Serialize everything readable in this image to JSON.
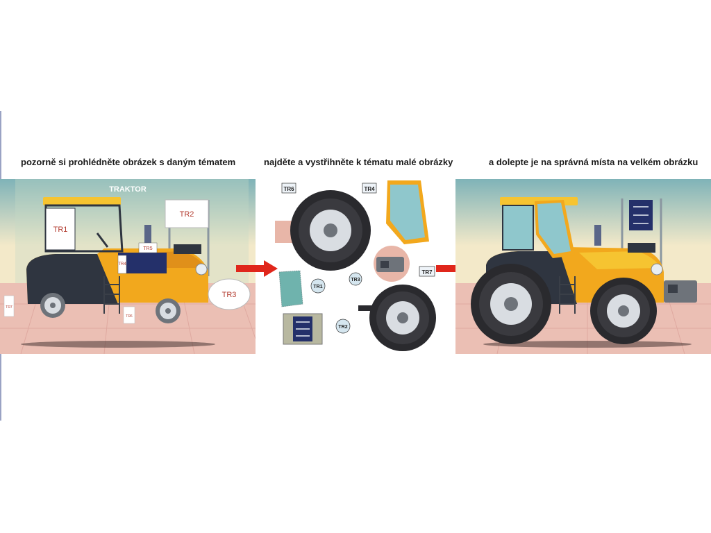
{
  "captions": {
    "step1": "pozorně si prohlédněte obrázek s daným tématem",
    "step2": "najděte a vystřihněte k tématu malé obrázky",
    "step3": "a dolepte je na správná místa na velkém obrázku"
  },
  "panel1": {
    "theme": "TRAKTOR",
    "tr1": "TR1",
    "tr2": "TR2",
    "tr3": "TR3",
    "tr4": "TR4",
    "tr5": "TR5",
    "tr6": "TR6",
    "tr7": "TR7"
  },
  "panel2": {
    "tr6": "TR6",
    "tr4": "TR4",
    "tr1": "TR1",
    "tr3": "TR3",
    "tr7": "TR7",
    "tr2": "TR2"
  },
  "colors": {
    "tractor_yellow": "#f2a81d",
    "cab_yellow": "#f6c431",
    "tire": "#2a2a2e",
    "rim": "#d9dde2",
    "floor": "#ebbfb4",
    "wall_top": "#7fb3b8",
    "wall_bottom": "#f3e9c9",
    "arrow_red": "#e0261b"
  }
}
